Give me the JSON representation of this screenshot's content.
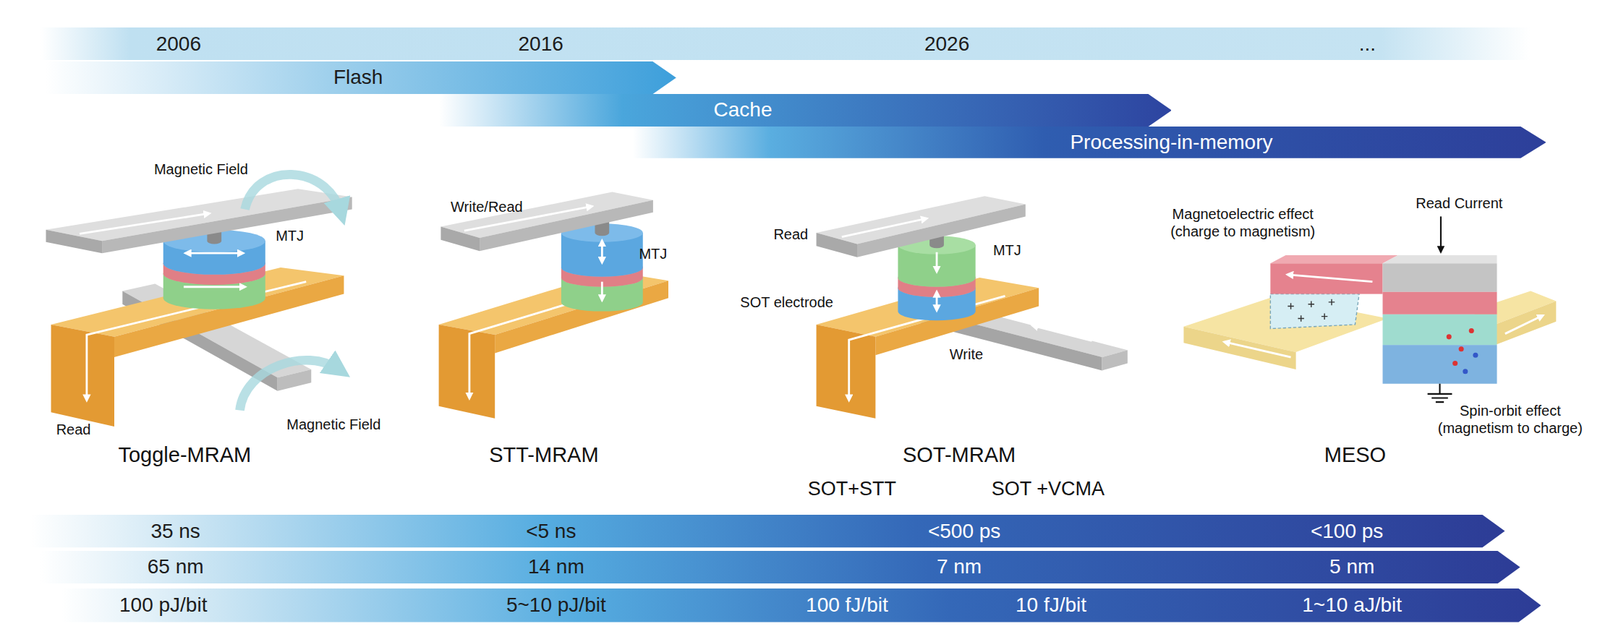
{
  "diagram": {
    "nodes": [
      {
        "text": [
          "2006",
          "2016",
          "2026",
          "..."
        ]
      },
      {
        "text": [
          "Flash"
        ]
      },
      {
        "text": [
          "Cache"
        ]
      },
      {
        "text": [
          "Processing-in-memory"
        ]
      },
      {
        "text": [
          "35 ns",
          "<5 ns",
          "<500 ps",
          "<100 ps"
        ]
      },
      {
        "text": [
          "65 nm",
          "14 nm",
          "7 nm",
          "5 nm"
        ]
      },
      {
        "text": [
          "100 pJ/bit",
          "5~10 pJ/bit",
          "100 fJ/bit",
          "10 fJ/bit",
          "1~10 aJ/bit"
        ]
      }
    ],
    "labels": [
      "Magnetic Field",
      "Write/Read",
      "Read Current",
      "Magnetoelectric effect (charge to magnetism)",
      "MTJ",
      "Read",
      "MTJ",
      "MTJ",
      "SOT electrode",
      "Write",
      "Spin-orbit effect (magnetism to charge)",
      "Magnetic Field",
      "Read",
      "Toggle-MRAM",
      "STT-MRAM",
      "SOT-MRAM",
      "MESO",
      "SOT+STT",
      "SOT +VCMA"
    ]
  }
}
